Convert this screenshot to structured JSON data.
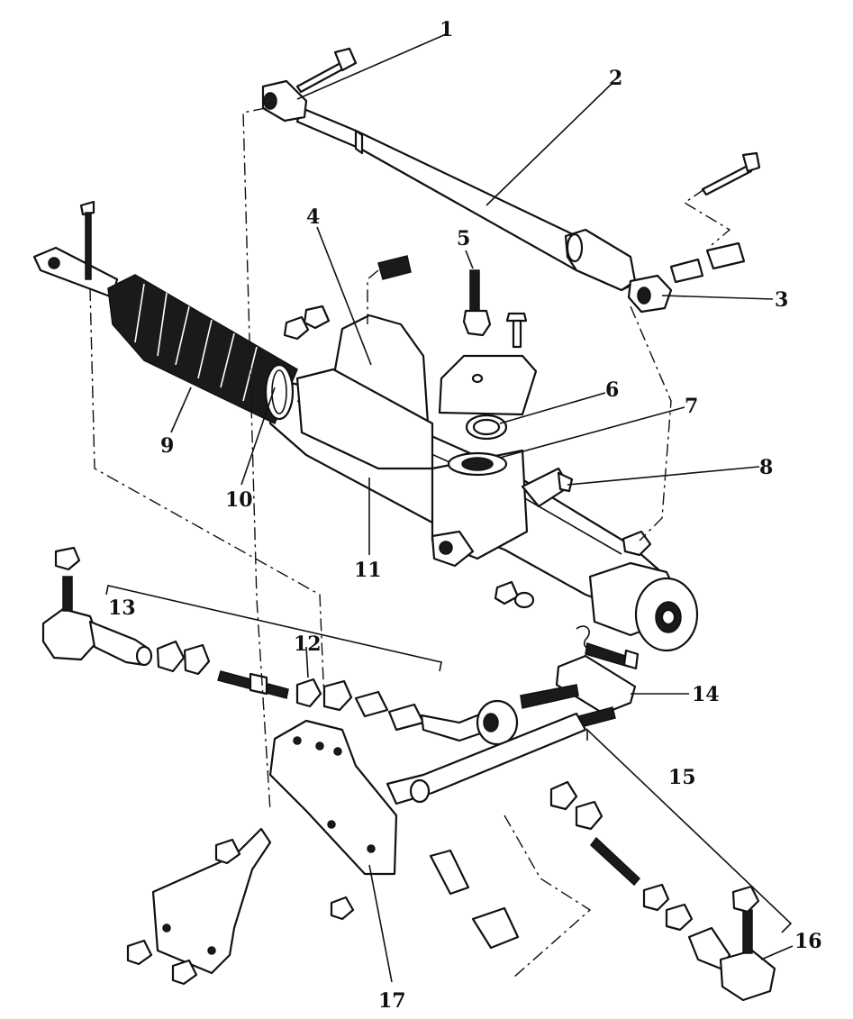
{
  "diagram": {
    "callouts": [
      "1",
      "2",
      "3",
      "4",
      "5",
      "6",
      "7",
      "8",
      "9",
      "10",
      "11",
      "12",
      "13",
      "14",
      "15",
      "16",
      "17"
    ],
    "colors": {
      "ink": "#111111",
      "paper": "#ffffff"
    }
  }
}
